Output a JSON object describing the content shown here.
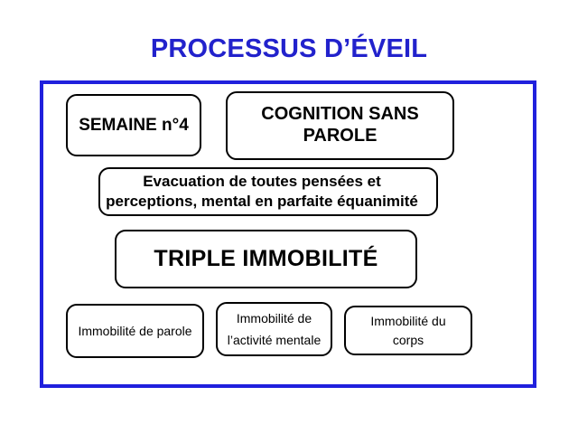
{
  "slide": {
    "title": "PROCESSUS D’ÉVEIL",
    "title_color": "#2222cc",
    "frame_color": "#2020dd",
    "box_border_color": "#000000",
    "background_color": "#ffffff"
  },
  "boxes": {
    "semaine": {
      "label": "SEMAINE n°4"
    },
    "cognition": {
      "label": "COGNITION SANS\nPAROLE"
    },
    "evacuation": {
      "label": "Evacuation de toutes pensées et\nperceptions, mental en parfaite équanimité"
    },
    "triple": {
      "label": "TRIPLE IMMOBILITÉ"
    },
    "immobilite_parole": {
      "label": "Immobilité de parole"
    },
    "immobilite_mentale": {
      "label": "Immobilité de\nl’activité mentale"
    },
    "immobilite_corps": {
      "label": "Immobilité du\ncorps"
    }
  }
}
